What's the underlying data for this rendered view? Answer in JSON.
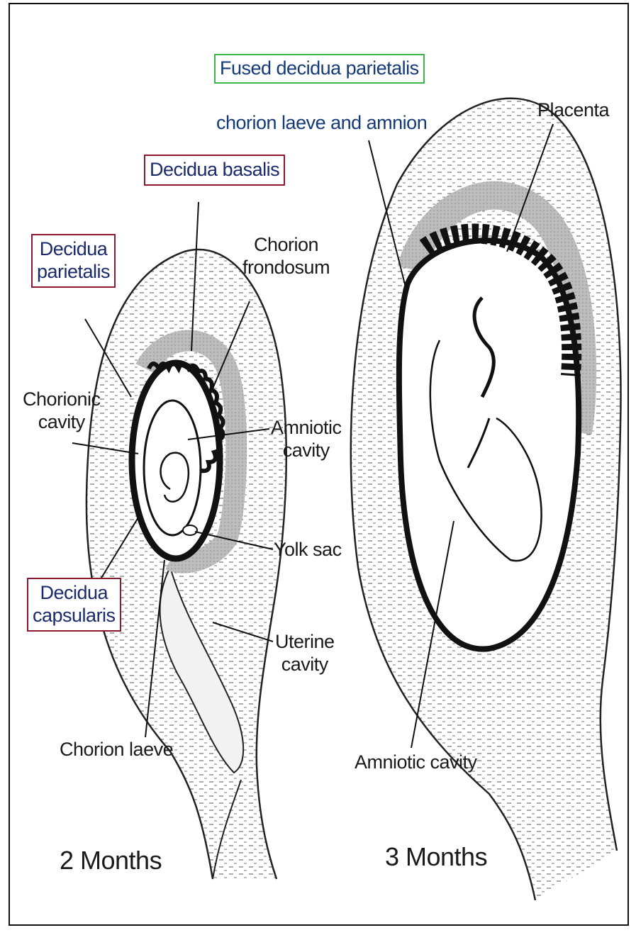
{
  "labels": {
    "fused_decidua_parietalis": "Fused decidua parietalis",
    "chorion_laeve_and_amnion": "chorion laeve and amnion",
    "placenta": "Placenta",
    "decidua_basalis": "Decidua basalis",
    "decidua_parietalis_line1": "Decidua",
    "decidua_parietalis_line2": "parietalis",
    "chorion_frondosum_line1": "Chorion",
    "chorion_frondosum_line2": "frondosum",
    "chorionic_cavity_line1": "Chorionic",
    "chorionic_cavity_line2": "cavity",
    "amniotic_cavity_line1": "Amniotic",
    "amniotic_cavity_line2": "cavity",
    "yolk_sac": "Yolk sac",
    "decidua_capsularis_line1": "Decidua",
    "decidua_capsularis_line2": "capsularis",
    "uterine_cavity_line1": "Uterine",
    "uterine_cavity_line2": "cavity",
    "chorion_laeve": "Chorion laeve",
    "amniotic_cavity_right": "Amniotic cavity"
  },
  "panels": {
    "left_title": "2 Months",
    "right_title": "3 Months"
  },
  "colors": {
    "box_red": "#8b1a2e",
    "box_green": "#3cb54a",
    "text_blue": "#143a78"
  }
}
